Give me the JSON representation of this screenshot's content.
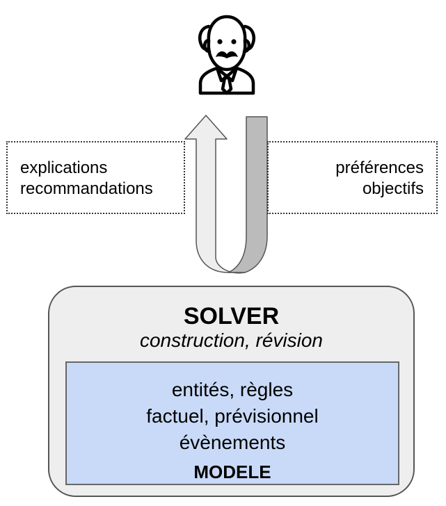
{
  "icons": {
    "user": "elderly-man-icon",
    "flow": "circular-arrow-icon"
  },
  "colors": {
    "solver_fill": "#eeeeee",
    "model_fill": "#c9daf8",
    "arrow_light": "#eeeeee",
    "arrow_dark": "#bbbbbb"
  },
  "left_label": {
    "lines": [
      "explications",
      "recommandations"
    ]
  },
  "right_label": {
    "lines": [
      "préférences",
      "objectifs"
    ]
  },
  "solver": {
    "title": "SOLVER",
    "subtitle": "construction, révision"
  },
  "model": {
    "lines": [
      "entités, règles",
      "factuel, prévisionnel",
      "évènements"
    ],
    "title": "MODELE"
  }
}
